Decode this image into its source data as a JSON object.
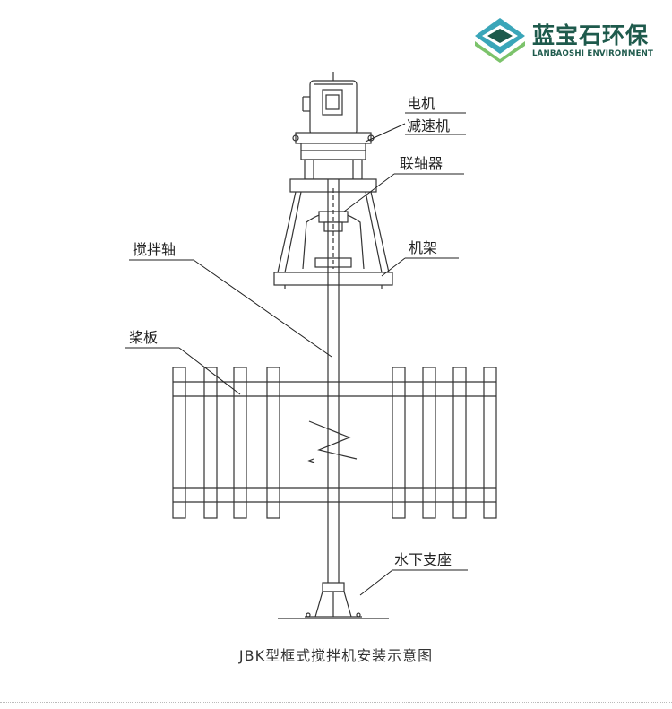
{
  "brand": {
    "name_cn": "蓝宝石环保",
    "name_en": "LANBAOSHI ENVIRONMENT",
    "colors": {
      "green": "#1e5a4c",
      "teal": "#3aa6b9",
      "lime": "#7cc36b"
    }
  },
  "labels": {
    "motor": "电机",
    "reducer": "减速机",
    "coupling": "联轴器",
    "shaft": "搅拌轴",
    "frame": "机架",
    "paddle": "桨板",
    "support": "水下支座"
  },
  "caption": "JBK型框式搅拌机安装示意图"
}
